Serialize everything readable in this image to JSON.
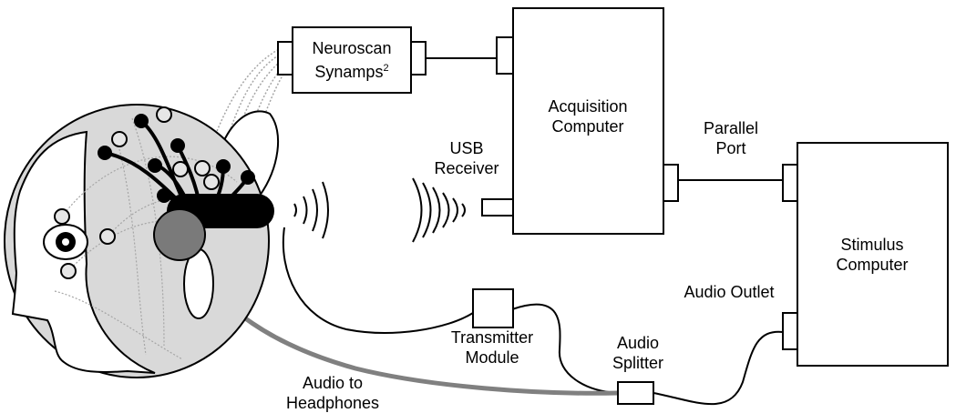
{
  "labels": {
    "neuroscan_line1": "Neuroscan",
    "neuroscan_line2": "Synamps",
    "neuroscan_sup": "2",
    "acquisition_line1": "Acquisition",
    "acquisition_line2": "Computer",
    "parallel_line1": "Parallel",
    "parallel_line2": "Port",
    "usb_line1": "USB",
    "usb_line2": "Receiver",
    "stimulus_line1": "Stimulus",
    "stimulus_line2": "Computer",
    "audio_outlet": "Audio Outlet",
    "transmitter_line1": "Transmitter",
    "transmitter_line2": "Module",
    "splitter_line1": "Audio",
    "splitter_line2": "Splitter",
    "headphones_line1": "Audio to",
    "headphones_line2": "Headphones"
  },
  "colors": {
    "stroke": "#000000",
    "cap_fill": "#d9d9d9",
    "light_electrode": "#e6e6e6",
    "audio_cable": "#808080",
    "ear_plug": "#7a7a7a",
    "dotted_wire": "#a6a6a6"
  }
}
